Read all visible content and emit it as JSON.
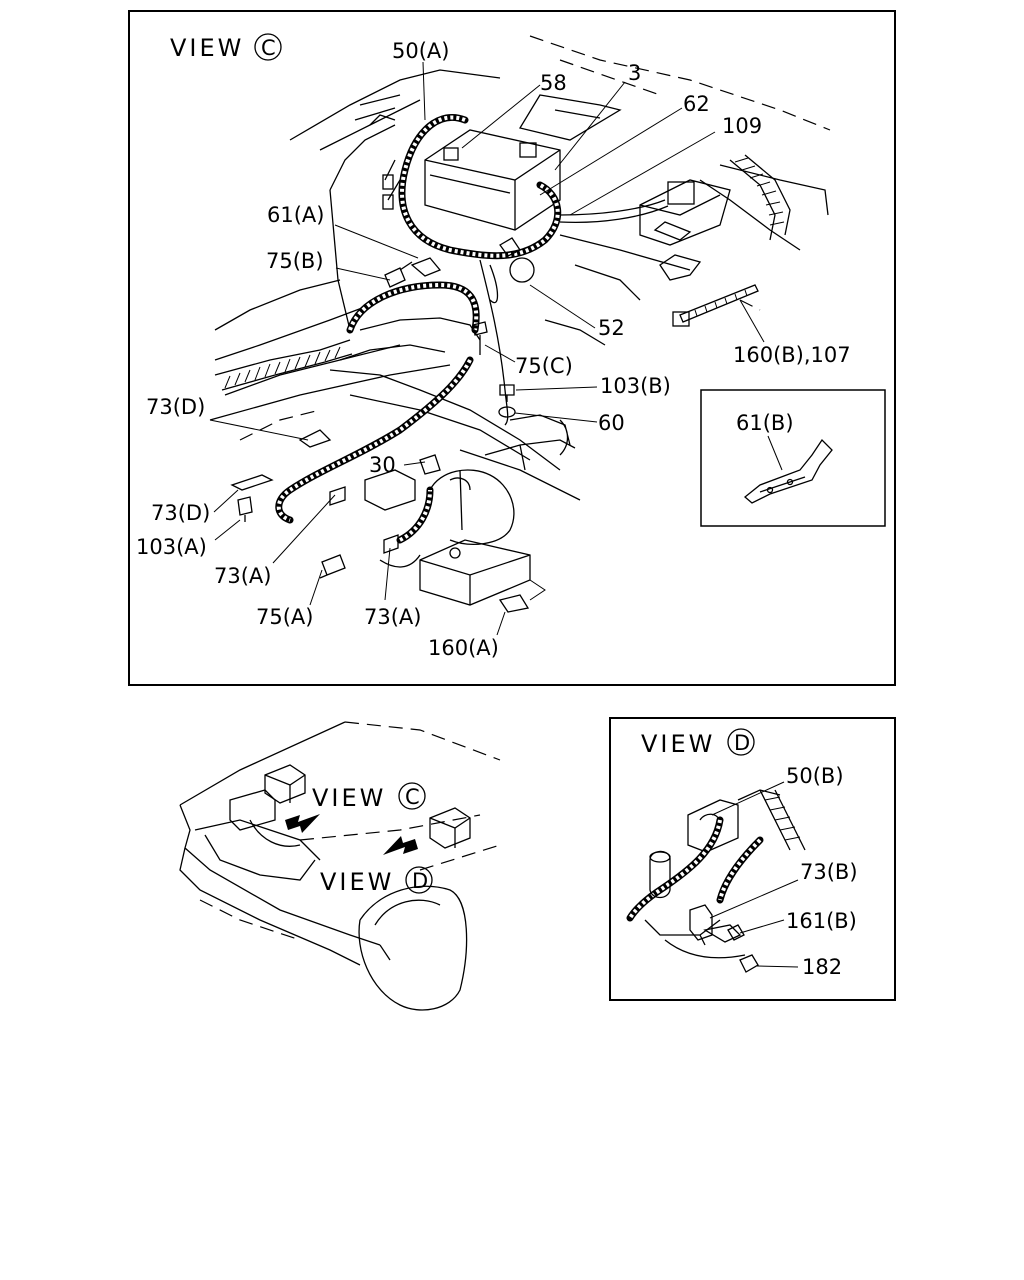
{
  "view_c": {
    "title": "VIEW",
    "letter": "C",
    "callouts": {
      "c50a": "50(A)",
      "c58": "58",
      "c3": "3",
      "c62": "62",
      "c109": "109",
      "c61a": "61(A)",
      "c75b": "75(B)",
      "c52": "52",
      "c160b107": "160(B),107",
      "c75c": "75(C)",
      "c103b": "103(B)",
      "c60": "60",
      "c73d_top": "73(D)",
      "c30": "30",
      "c73d_bot": "73(D)",
      "c103a": "103(A)",
      "c73a_left": "73(A)",
      "c75a": "75(A)",
      "c73a_right": "73(A)",
      "c160a": "160(A)"
    },
    "inset": {
      "callout_61b": "61(B)"
    }
  },
  "overview": {
    "view_c_label": "VIEW",
    "view_c_letter": "C",
    "view_d_label": "VIEW",
    "view_d_letter": "D"
  },
  "view_d": {
    "title": "VIEW",
    "letter": "D",
    "callouts": {
      "c50b": "50(B)",
      "c73b": "73(B)",
      "c161b": "161(B)",
      "c182": "182"
    }
  }
}
